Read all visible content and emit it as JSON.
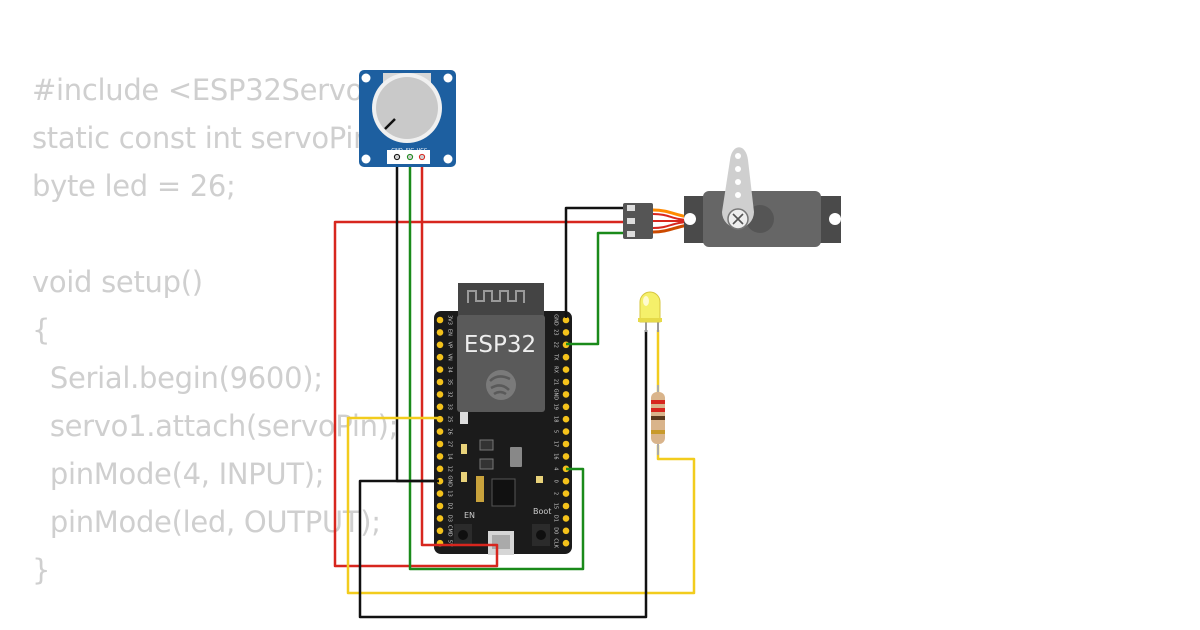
{
  "code_lines": [
    "#include <ESP32Servo.h>",
    "static const int servoPin = 2",
    "byte led = 26;",
    "",
    "void setup()",
    "{",
    "  Serial.begin(9600);",
    "  servo1.attach(servoPin);",
    "  pinMode(4, INPUT);",
    "  pinMode(led, OUTPUT);",
    "}"
  ],
  "potentiometer": {
    "pins": [
      "GND",
      "SIG",
      "VCC"
    ]
  },
  "esp32": {
    "label": "ESP32",
    "left_pins": [
      "3V3",
      "EN",
      "VP",
      "VN",
      "34",
      "35",
      "32",
      "33",
      "25",
      "26",
      "27",
      "14",
      "12",
      "GND",
      "13",
      "D2",
      "D3",
      "CMD",
      "5V"
    ],
    "right_pins": [
      "GND",
      "23",
      "22",
      "TX",
      "RX",
      "21",
      "GND",
      "19",
      "18",
      "5",
      "17",
      "16",
      "4",
      "0",
      "2",
      "15",
      "D1",
      "D0",
      "CLK"
    ],
    "en_label": "EN",
    "boot_label": "Boot"
  },
  "colors": {
    "wire_red": "#d7261e",
    "wire_black": "#111111",
    "wire_green": "#1a8a1a",
    "wire_yellow": "#f2cc1d",
    "board": "#1b1b1b",
    "pot_board": "#1d5fa0",
    "led": "#f5f06a"
  }
}
